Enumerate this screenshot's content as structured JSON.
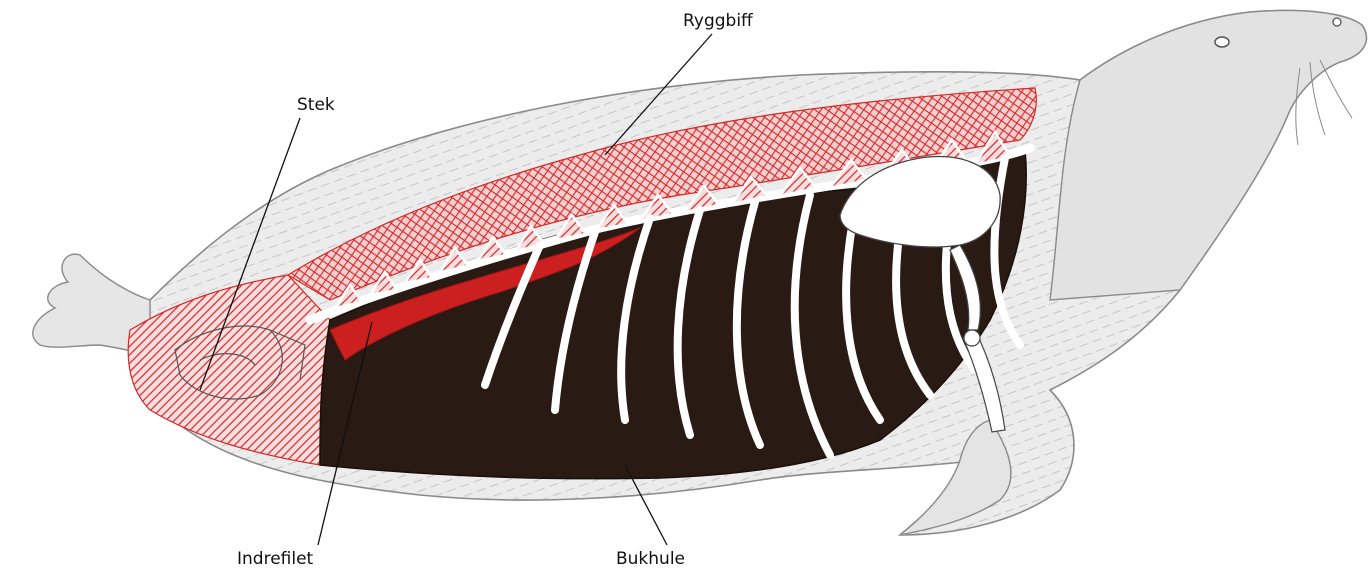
{
  "labels": {
    "ryggbiff": "Ryggbiff",
    "stek": "Stek",
    "indrefilet": "Indrefilet",
    "bukhule": "Bukhule"
  },
  "colors": {
    "meat_red": "#d42a2a",
    "fillet_red": "#cc1f1f",
    "cavity": "#2a1a14",
    "bone": "#ffffff",
    "skin_grey": "#d9d9d9",
    "sketch_line": "#7a7a7a",
    "leader_line": "#111111"
  }
}
